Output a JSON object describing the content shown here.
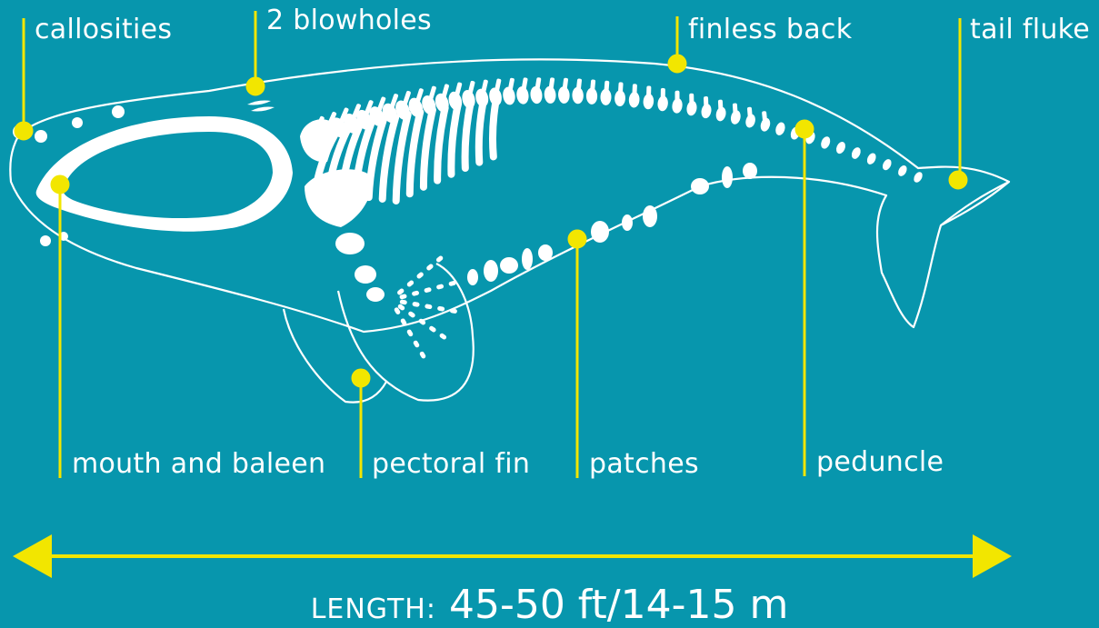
{
  "labels": {
    "callosities": "callosities",
    "blowholes": "2 blowholes",
    "finless_back": "finless back",
    "tail_fluke": "tail fluke",
    "mouth_baleen": "mouth and baleen",
    "pectoral_fin": "pectoral fin",
    "patches": "patches",
    "peduncle": "peduncle"
  },
  "length": {
    "caption": "LENGTH:",
    "value": "45-50 ft/14-15 m"
  },
  "colors": {
    "background": "#0796ad",
    "accent": "#f2e600",
    "outline": "#ffffff"
  }
}
